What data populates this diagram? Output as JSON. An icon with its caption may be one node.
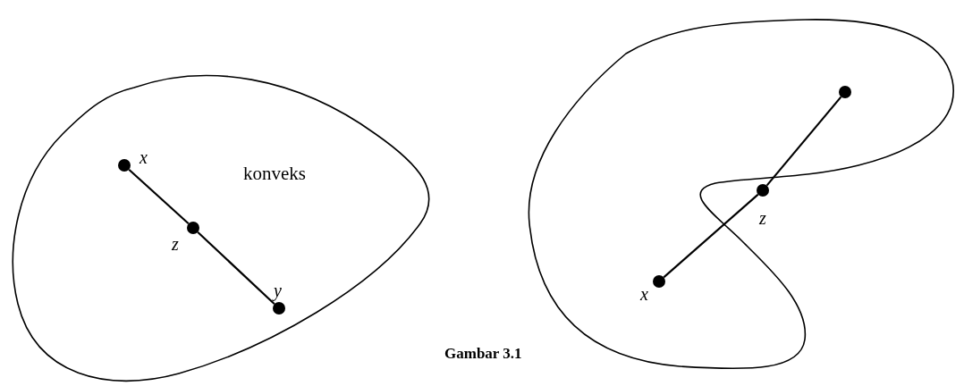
{
  "diagram": {
    "caption": "Gambar 3.1",
    "nodes": [
      {
        "text": [
          "konveks"
        ]
      },
      {
        "text": [],
        "shape": "circle",
        "beside": [
          "x"
        ],
        "in": 0
      },
      {
        "text": [],
        "shape": "circle",
        "beside": [
          "z"
        ],
        "in": 0
      },
      {
        "text": [],
        "shape": "circle",
        "beside": [
          "y"
        ],
        "in": 0
      },
      {
        "text": [],
        "shape": "blob"
      },
      {
        "text": [],
        "shape": "circle",
        "in": 4
      },
      {
        "text": [],
        "shape": "circle",
        "beside": [
          "z"
        ],
        "in": 4
      },
      {
        "text": [],
        "shape": "circle",
        "beside": [
          "x"
        ],
        "in": 4
      }
    ],
    "edges": [
      {
        "from": 1,
        "to": 2,
        "arrow": "none"
      },
      {
        "from": 2,
        "to": 3,
        "arrow": "none"
      },
      {
        "from": 7,
        "to": 6,
        "arrow": "none"
      },
      {
        "from": 6,
        "to": 5,
        "arrow": "none"
      }
    ]
  }
}
